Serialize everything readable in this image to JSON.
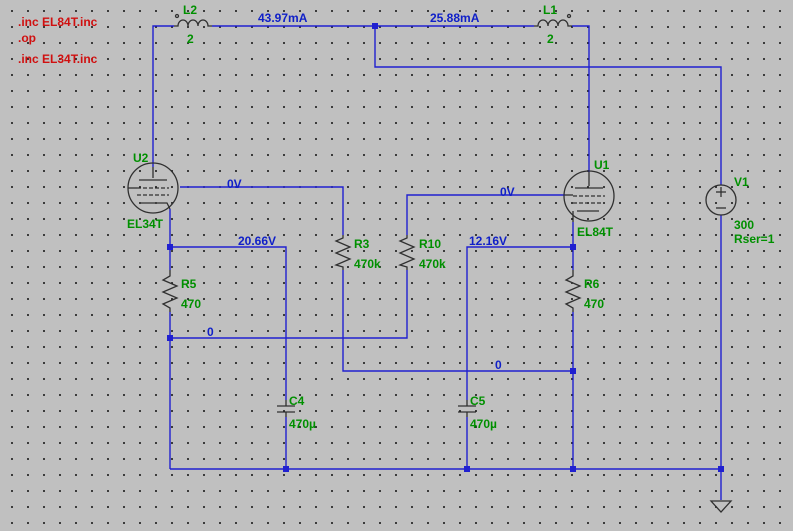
{
  "directives": [
    ".inc EL84T.inc",
    ".op",
    ".inc EL34T.inc"
  ],
  "components": {
    "L2": {
      "name": "L2",
      "value": "2"
    },
    "L1": {
      "name": "L1",
      "value": "2"
    },
    "U2": {
      "name": "U2",
      "model": "EL34T"
    },
    "U1": {
      "name": "U1",
      "model": "EL84T"
    },
    "V1": {
      "name": "V1",
      "value": "300",
      "extra": "Rser=1"
    },
    "R3": {
      "name": "R3",
      "value": "470k"
    },
    "R10": {
      "name": "R10",
      "value": "470k"
    },
    "R5": {
      "name": "R5",
      "value": "470"
    },
    "R6": {
      "name": "R6",
      "value": "470"
    },
    "C4": {
      "name": "C4",
      "value": "470µ"
    },
    "C5": {
      "name": "C5",
      "value": "470µ"
    }
  },
  "measurements": {
    "i_l2": "43.97mA",
    "i_l1": "25.88mA",
    "v_grid_u2": "0V",
    "v_grid_u1": "0V",
    "v_cath_u2": "20.66V",
    "v_cath_u1": "12.16V",
    "v_node_left": "0",
    "v_node_right": "0"
  },
  "colors": {
    "wire": "#2020d0",
    "label": "#009000",
    "directive": "#d01010",
    "part": "#303030",
    "background": "#c0c0c0"
  }
}
